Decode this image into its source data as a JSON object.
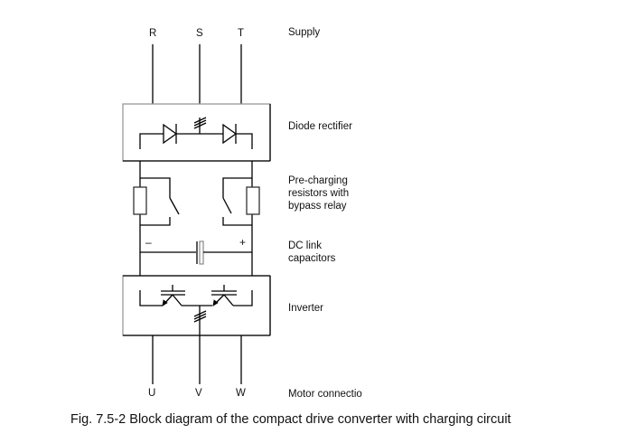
{
  "supply_terminals": [
    "R",
    "S",
    "T"
  ],
  "motor_terminals": [
    "U",
    "V",
    "W"
  ],
  "dc_link_signs": {
    "negative": "–",
    "positive": "+"
  },
  "labels": {
    "supply": "Supply",
    "diode_rectifier": "Diode rectifier",
    "precharging_line1": "Pre-charging",
    "precharging_line2": "resistors with",
    "precharging_line3": "bypass relay",
    "dc_link_line1": "DC link",
    "dc_link_line2": "capacitors",
    "inverter": "Inverter",
    "motor_connection": "Motor connectio"
  },
  "caption": "Fig. 7.5-2 Block diagram of the compact drive converter with charging circuit"
}
